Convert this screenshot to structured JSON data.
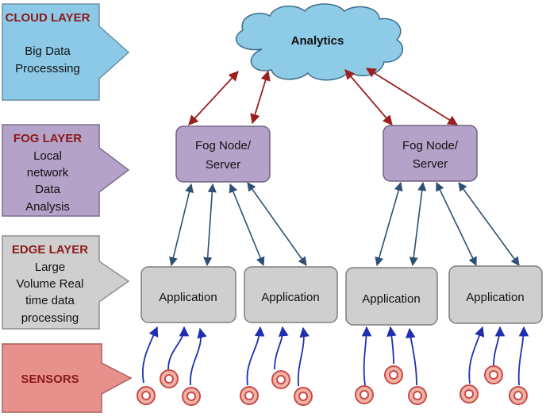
{
  "layers": {
    "cloud": {
      "title": "CLOUD LAYER",
      "lines": [
        "Big Data",
        "Processsing"
      ],
      "fill": "#8cc9e6"
    },
    "fog": {
      "title": "FOG LAYER",
      "lines": [
        "Local",
        "network",
        "Data",
        "Analysis"
      ],
      "fill": "#b4a2c8"
    },
    "edge": {
      "title": "EDGE LAYER",
      "lines": [
        "Large",
        "Volume Real",
        "time data",
        "processing"
      ],
      "fill": "#cfcfcf"
    },
    "sensors": {
      "title": "SENSORS",
      "fill": "#e8918c"
    }
  },
  "cloud": {
    "label": "Analytics",
    "fill": "#8ecbe6"
  },
  "fog_nodes": [
    {
      "lines": [
        "Fog Node/",
        "Server"
      ]
    },
    {
      "lines": [
        "Fog Node/",
        "Server"
      ]
    }
  ],
  "applications": [
    {
      "label": "Application"
    },
    {
      "label": "Application"
    },
    {
      "label": "Application"
    },
    {
      "label": "Application"
    }
  ],
  "colors": {
    "cloud_fog_arrow": "#9a2020",
    "fog_app_arrow": "#2f4f74",
    "sensor_arrow": "#1f2fb0",
    "sensor_ring": "#c94a4a",
    "sensor_fill": "#f0b4a4",
    "fog_box": "#b4a2c8",
    "app_box": "#cfcfcf"
  }
}
